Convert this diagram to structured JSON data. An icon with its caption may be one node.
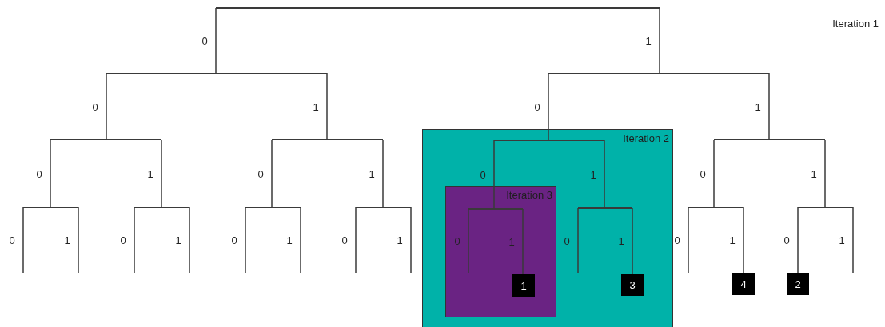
{
  "diagram": {
    "nodes": [
      {
        "text": [],
        "shape": "bar"
      },
      {
        "text": [],
        "shape": "bar"
      },
      {
        "text": [],
        "shape": "bar"
      },
      {
        "text": [],
        "shape": "bar"
      },
      {
        "text": [],
        "shape": "bar"
      },
      {
        "text": [
          "Iteration 2"
        ]
      },
      {
        "text": [],
        "shape": "bar",
        "in": 5
      },
      {
        "text": [],
        "shape": "bar"
      },
      {
        "text": [],
        "shape": "bar"
      },
      {
        "text": [],
        "shape": "bar"
      },
      {
        "text": [],
        "shape": "bar"
      },
      {
        "text": [],
        "shape": "bar"
      },
      {
        "text": [
          "Iteration 3"
        ],
        "in": 5
      },
      {
        "text": [],
        "shape": "bar",
        "in": 12
      },
      {
        "text": [],
        "shape": "bar",
        "in": 5
      },
      {
        "text": [],
        "shape": "bar"
      },
      {
        "text": [],
        "shape": "bar"
      },
      {
        "text": [
          "1"
        ],
        "in": 12
      },
      {
        "text": [
          "3"
        ],
        "in": 5
      },
      {
        "text": [
          "4"
        ]
      },
      {
        "text": [
          "2"
        ]
      }
    ],
    "edges": [
      {
        "from": 0,
        "to": 1,
        "arrow": "none",
        "label": "0"
      },
      {
        "from": 0,
        "to": 2,
        "arrow": "none",
        "label": "1"
      },
      {
        "from": 1,
        "to": 3,
        "arrow": "none",
        "label": "0"
      },
      {
        "from": 1,
        "to": 4,
        "arrow": "none",
        "label": "1"
      },
      {
        "from": 2,
        "to": 6,
        "arrow": "none",
        "label": "0"
      },
      {
        "from": 2,
        "to": 7,
        "arrow": "none",
        "label": "1"
      },
      {
        "from": 3,
        "to": 8,
        "arrow": "none",
        "label": "0"
      },
      {
        "from": 3,
        "to": 9,
        "arrow": "none",
        "label": "1"
      },
      {
        "from": 4,
        "to": 10,
        "arrow": "none",
        "label": "0"
      },
      {
        "from": 4,
        "to": 11,
        "arrow": "none",
        "label": "1"
      },
      {
        "from": 6,
        "to": 13,
        "arrow": "none",
        "label": "0"
      },
      {
        "from": 6,
        "to": 14,
        "arrow": "none",
        "label": "1"
      },
      {
        "from": 7,
        "to": 15,
        "arrow": "none",
        "label": "0"
      },
      {
        "from": 7,
        "to": 16,
        "arrow": "none",
        "label": "1"
      },
      {
        "from": 8,
        "to": null,
        "arrow": "none",
        "label": "0"
      },
      {
        "from": 8,
        "to": null,
        "arrow": "none",
        "label": "1"
      },
      {
        "from": 9,
        "to": null,
        "arrow": "none",
        "label": "0"
      },
      {
        "from": 9,
        "to": null,
        "arrow": "none",
        "label": "1"
      },
      {
        "from": 10,
        "to": null,
        "arrow": "none",
        "label": "0"
      },
      {
        "from": 10,
        "to": null,
        "arrow": "none",
        "label": "1"
      },
      {
        "from": 11,
        "to": null,
        "arrow": "none",
        "label": "0"
      },
      {
        "from": 11,
        "to": null,
        "arrow": "none",
        "label": "1"
      },
      {
        "from": 13,
        "to": null,
        "arrow": "none",
        "label": "0"
      },
      {
        "from": 13,
        "to": 17,
        "arrow": "none",
        "label": "1"
      },
      {
        "from": 14,
        "to": null,
        "arrow": "none",
        "label": "0"
      },
      {
        "from": 14,
        "to": 18,
        "arrow": "none",
        "label": "1"
      },
      {
        "from": 15,
        "to": null,
        "arrow": "none",
        "label": "0"
      },
      {
        "from": 15,
        "to": 19,
        "arrow": "none",
        "label": "1"
      },
      {
        "from": 16,
        "to": 20,
        "arrow": "none",
        "label": "0"
      },
      {
        "from": 16,
        "to": null,
        "arrow": "none",
        "label": "1"
      }
    ],
    "labels": [
      "Iteration 1"
    ]
  }
}
